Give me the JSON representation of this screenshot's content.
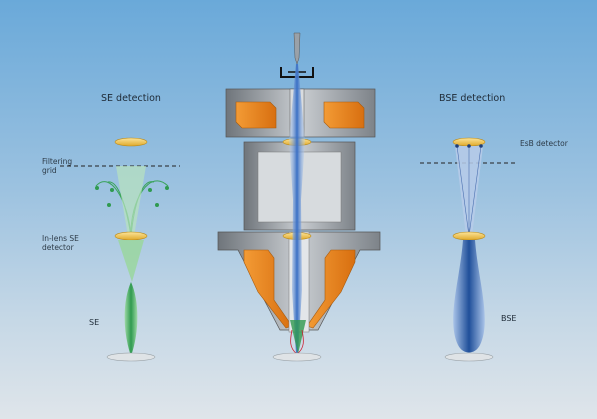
{
  "labels": {
    "se_detection": "SE detection",
    "bse_detection": "BSE detection",
    "filtering_grid_1": "Filtering",
    "filtering_grid_2": "grid",
    "in_lens_1": "In-lens SE",
    "in_lens_2": "detector",
    "esb_detector": "EsB detector",
    "se": "SE",
    "bse": "BSE"
  },
  "colors": {
    "background_top": "#6aa9d9",
    "background_bottom": "#dfe5ea",
    "detector_ring": "#f2c94c",
    "magnet_orange": "#f08a24",
    "column_gray": "#8e949a",
    "se_beam": "#2f9a4f",
    "bse_beam": "#1f4f9a",
    "primary_beam": "#4a7fd0"
  }
}
